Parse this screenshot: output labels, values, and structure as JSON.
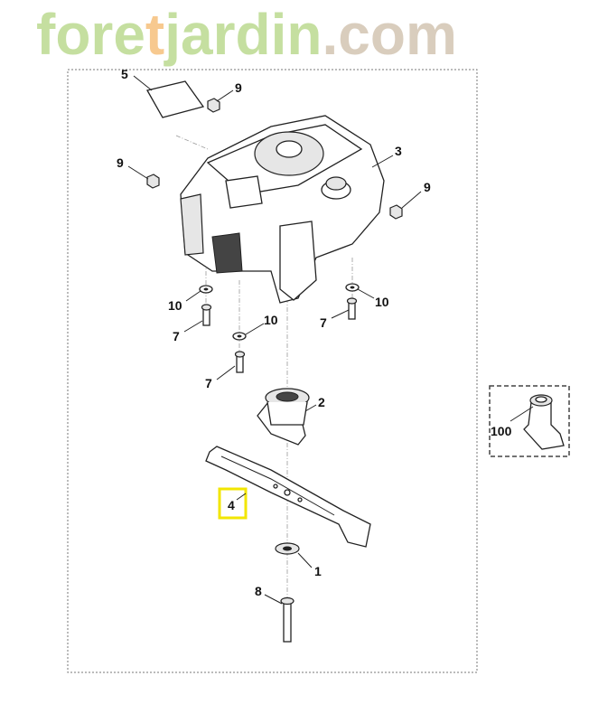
{
  "diagram": {
    "highlighted_part": "4",
    "highlight_color": "#f2e600",
    "callouts": [
      {
        "id": "c5",
        "text": "5"
      },
      {
        "id": "c9a",
        "text": "9"
      },
      {
        "id": "c9b",
        "text": "9"
      },
      {
        "id": "c3",
        "text": "3"
      },
      {
        "id": "c9c",
        "text": "9"
      },
      {
        "id": "c10a",
        "text": "10"
      },
      {
        "id": "c7a",
        "text": "7"
      },
      {
        "id": "c10b",
        "text": "10"
      },
      {
        "id": "c7b",
        "text": "7"
      },
      {
        "id": "c7c",
        "text": "7"
      },
      {
        "id": "c10c",
        "text": "10"
      },
      {
        "id": "c2",
        "text": "2"
      },
      {
        "id": "c4",
        "text": "4"
      },
      {
        "id": "c1",
        "text": "1"
      },
      {
        "id": "c8",
        "text": "8"
      },
      {
        "id": "c100",
        "text": "100"
      }
    ]
  },
  "watermark": {
    "part1": "fore",
    "part2": "t",
    "part3": "jardin",
    "part4": ".com",
    "colors": {
      "green": "#c5dfa0",
      "orange": "#f7c98f",
      "tan": "#d9cdbd"
    }
  }
}
